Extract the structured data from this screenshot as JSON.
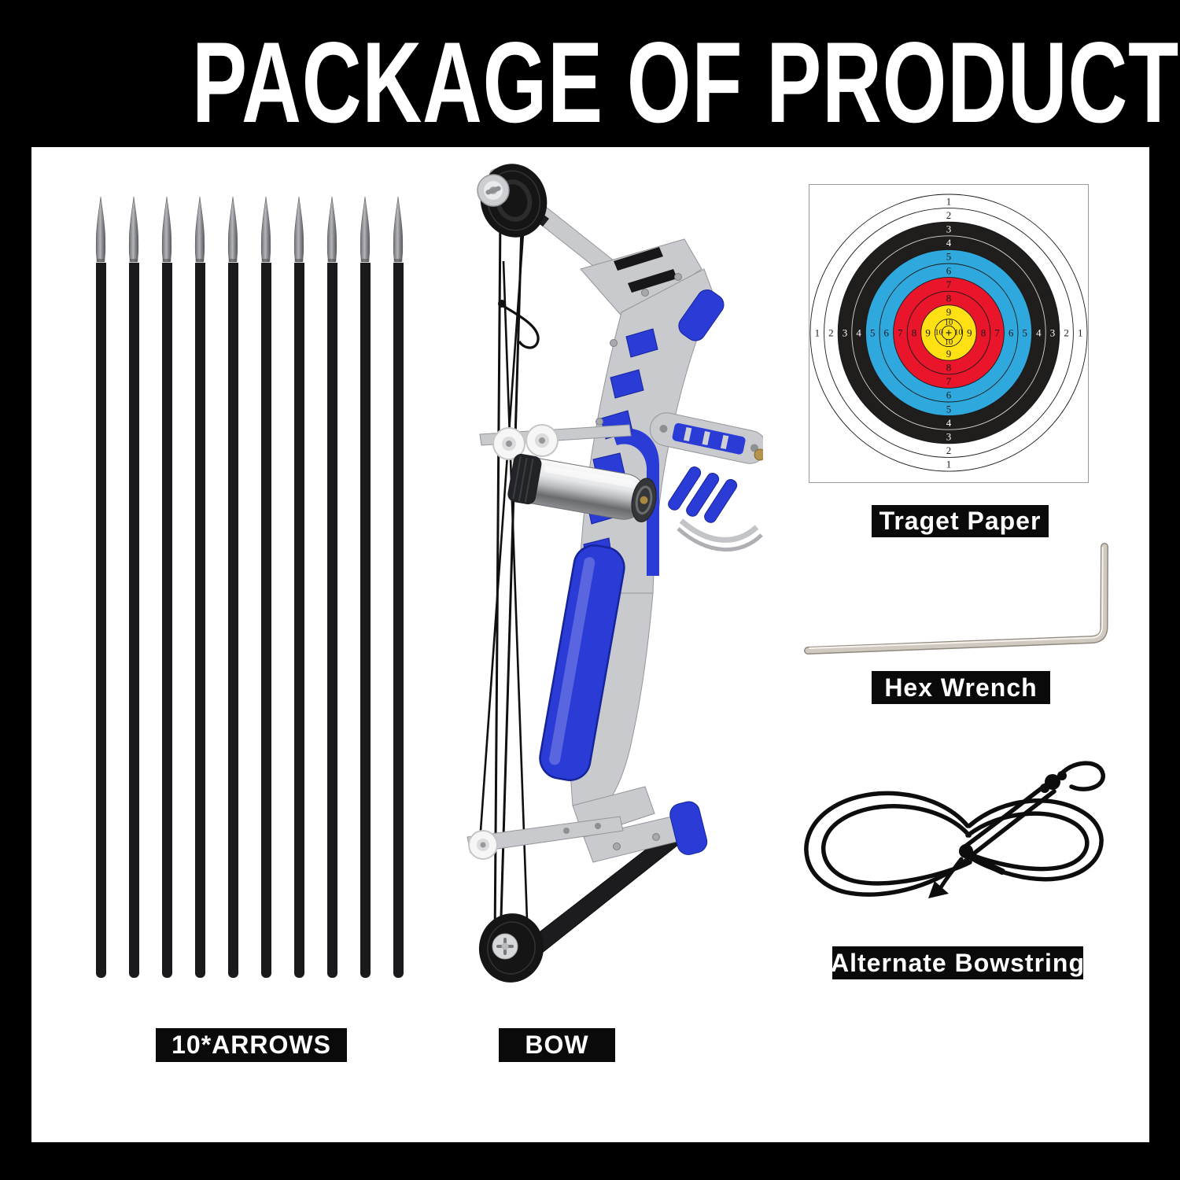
{
  "page": {
    "title": "PACKAGE OF PRODUCT"
  },
  "colors": {
    "label_bg": "#0a0a0a",
    "label_text": "#ffffff",
    "blue": "#2b3cd6",
    "blue_dark": "#16249b",
    "silver": "#c9cacd",
    "silver_edge": "#94969a",
    "silver_hi": "#ebecee",
    "cam": "#151515",
    "string": "#101010",
    "shaft": "#1a1a1c",
    "cord": "#0d0d0d",
    "wrench": "#cfc9c0"
  },
  "items": {
    "arrows": {
      "label": "10*ARROWS",
      "count": 10,
      "tip_color": "#8f9094",
      "shaft_color": "#1a1a1c"
    },
    "bow": {
      "label": "BOW"
    },
    "target": {
      "label": "Traget Paper",
      "ring_scores": [
        1,
        2,
        3,
        4,
        5,
        6,
        7,
        8,
        9,
        10
      ],
      "ring_colors_outer_to_inner": [
        "#ffffff",
        "#ffffff",
        "#201d1d",
        "#201d1d",
        "#2fa9dd",
        "#2fa9dd",
        "#e8152b",
        "#e8152b",
        "#ffe013",
        "#ffe013"
      ],
      "line_color": "#1b1918",
      "number_color_dark": "#1c1a19",
      "number_color_light": "#ffffff",
      "center_mark": "+"
    },
    "wrench": {
      "label": "Hex Wrench"
    },
    "bowstring": {
      "label": "Alternate Bowstring"
    }
  }
}
